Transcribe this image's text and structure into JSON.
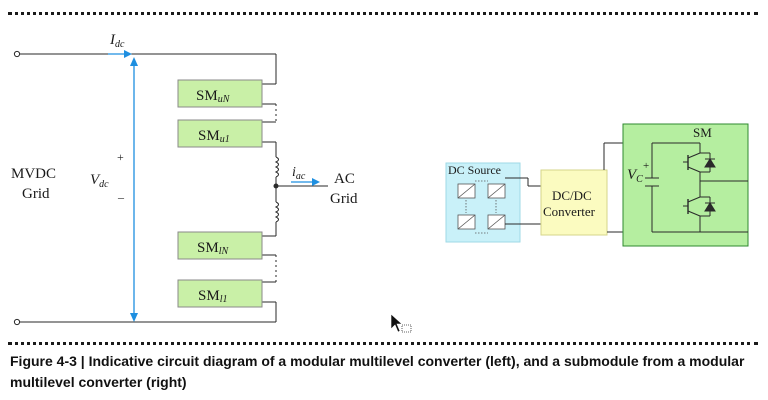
{
  "mmc": {
    "current_dc": {
      "main": "I",
      "sub": "dc"
    },
    "voltage_dc": {
      "main": "V",
      "sub": "dc"
    },
    "plus": "+",
    "minus": "–",
    "left_label_line1": "MVDC",
    "left_label_line2": "Grid",
    "ac_current": {
      "main": "i",
      "sub": "ac"
    },
    "right_label_line1": "AC",
    "right_label_line2": "Grid",
    "submodules": [
      {
        "main": "SM",
        "sub": "uN"
      },
      {
        "main": "SM",
        "sub": "u1"
      },
      {
        "main": "SM",
        "sub": "lN"
      },
      {
        "main": "SM",
        "sub": "l1"
      }
    ]
  },
  "submodule_fig": {
    "dc_source_label": "DC Source",
    "converter_line1": "DC/DC",
    "converter_line2": "Converter",
    "sm_label": "SM",
    "cap_voltage": {
      "main": "V",
      "sub": "C"
    },
    "plus": "+"
  },
  "caption": {
    "text": "Figure 4-3 | Indicative circuit diagram of a modular multilevel converter (left), and a submodule from a modular multilevel converter (right)"
  },
  "colors": {
    "sm_box": "#c9f0a7",
    "sm_border": "#8a8a8a",
    "arrow_blue": "#1e8fe0",
    "dc_source_bg": "#c9f1f9",
    "converter_bg": "#fbfbc0",
    "sm_panel_bg": "#b5eea0",
    "sm_panel_border": "#2f8a2f"
  }
}
